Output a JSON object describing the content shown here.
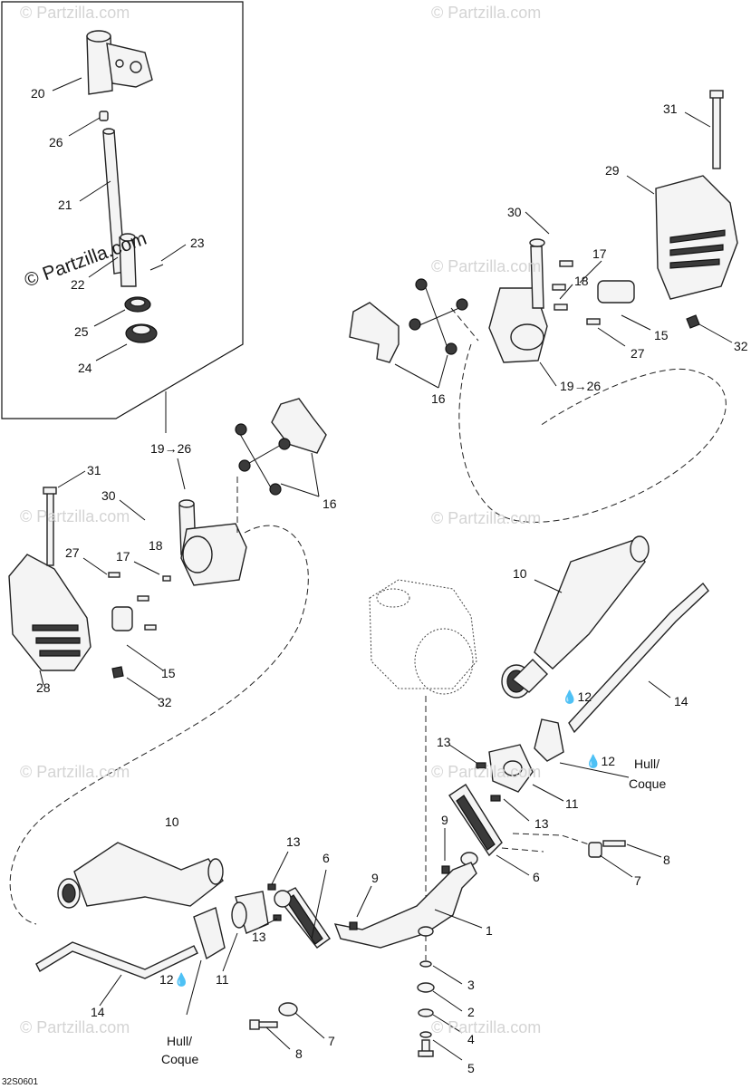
{
  "diagram_id": "32S0601",
  "watermark": "© Partzilla.com",
  "hull_label_line1": "Hull/",
  "hull_label_line2": "Coque",
  "callouts": {
    "c20": "20",
    "c26a": "26",
    "c21": "21",
    "c23": "23",
    "c22": "22",
    "c25": "25",
    "c24": "24",
    "c31r": "31",
    "c29": "29",
    "c30r": "30",
    "c17r": "17",
    "c18r": "18",
    "c15r": "15",
    "c27r": "27",
    "c32r": "32",
    "c16r": "16",
    "c1926r": "19→26",
    "c1926l": "19→26",
    "c31l": "31",
    "c30l": "30",
    "c16l": "16",
    "c27l": "27",
    "c17l": "17",
    "c18l": "18",
    "c15l": "15",
    "c32l": "32",
    "c28": "28",
    "c10r": "10",
    "c14r": "14",
    "c12r1": "12",
    "c12r2": "12",
    "c13r1": "13",
    "c11r": "11",
    "c13r2": "13",
    "c9r": "9",
    "c6r": "6",
    "c8r": "8",
    "c7r": "7",
    "c10l": "10",
    "c13l1": "13",
    "c6l": "6",
    "c9l": "9",
    "c1": "1",
    "c11l": "11",
    "c13l2": "13",
    "c12l": "12",
    "c14l": "14",
    "c3": "3",
    "c2": "2",
    "c4": "4",
    "c5": "5",
    "c7l": "7",
    "c8l": "8"
  }
}
